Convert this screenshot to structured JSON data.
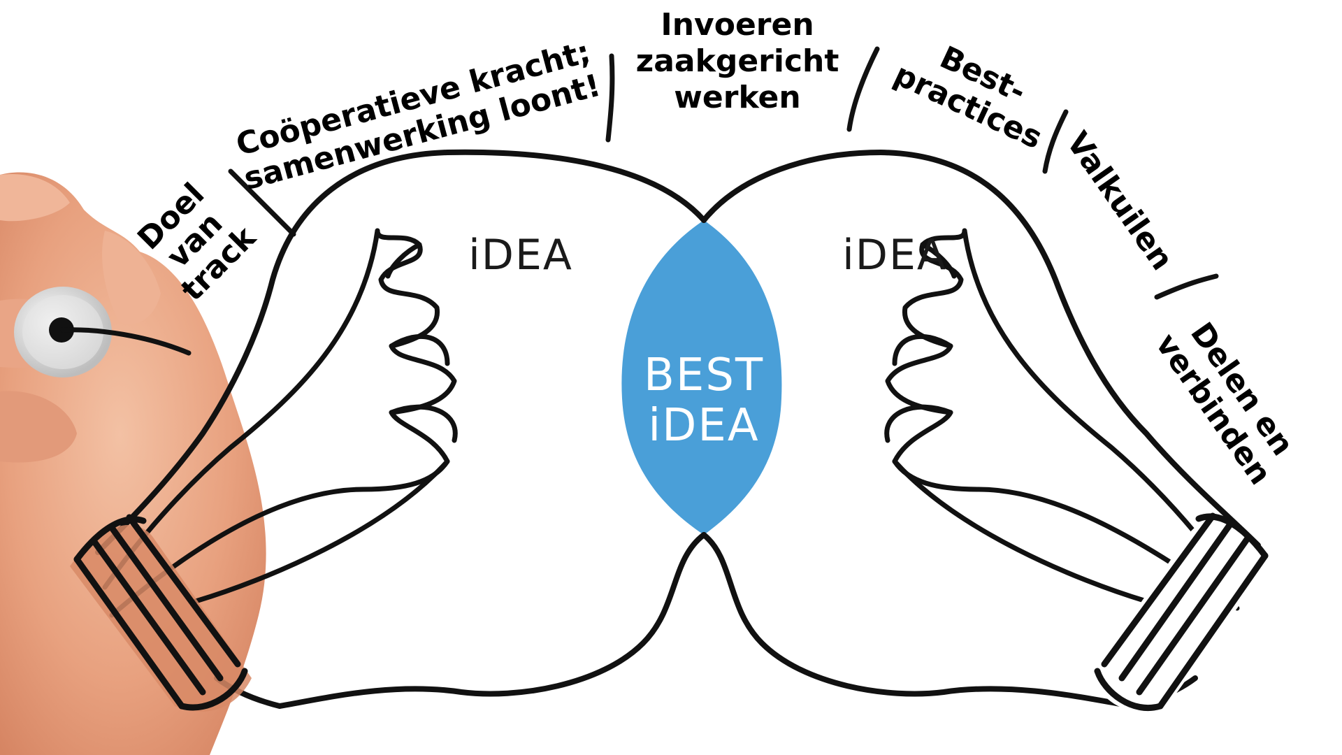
{
  "bulbs": {
    "left_label": "iDEA",
    "right_label": "iDEA"
  },
  "center": {
    "line1": "BEST",
    "line2": "iDEA"
  },
  "topics": {
    "doel": [
      "Doel",
      "van",
      "track"
    ],
    "cooperatieve": [
      "Coöperatieve kracht;",
      "samenwerking loont!"
    ],
    "invoeren": [
      "Invoeren",
      "zaakgericht",
      "werken"
    ],
    "best_practices": [
      "Best-",
      "practices"
    ],
    "valkuilen": [
      "Valkuilen"
    ],
    "delen": [
      "Delen en",
      "verbinden"
    ]
  },
  "colors": {
    "overlap": "#4a9fd8",
    "ink": "#111111",
    "skin": "#e9a98a"
  }
}
